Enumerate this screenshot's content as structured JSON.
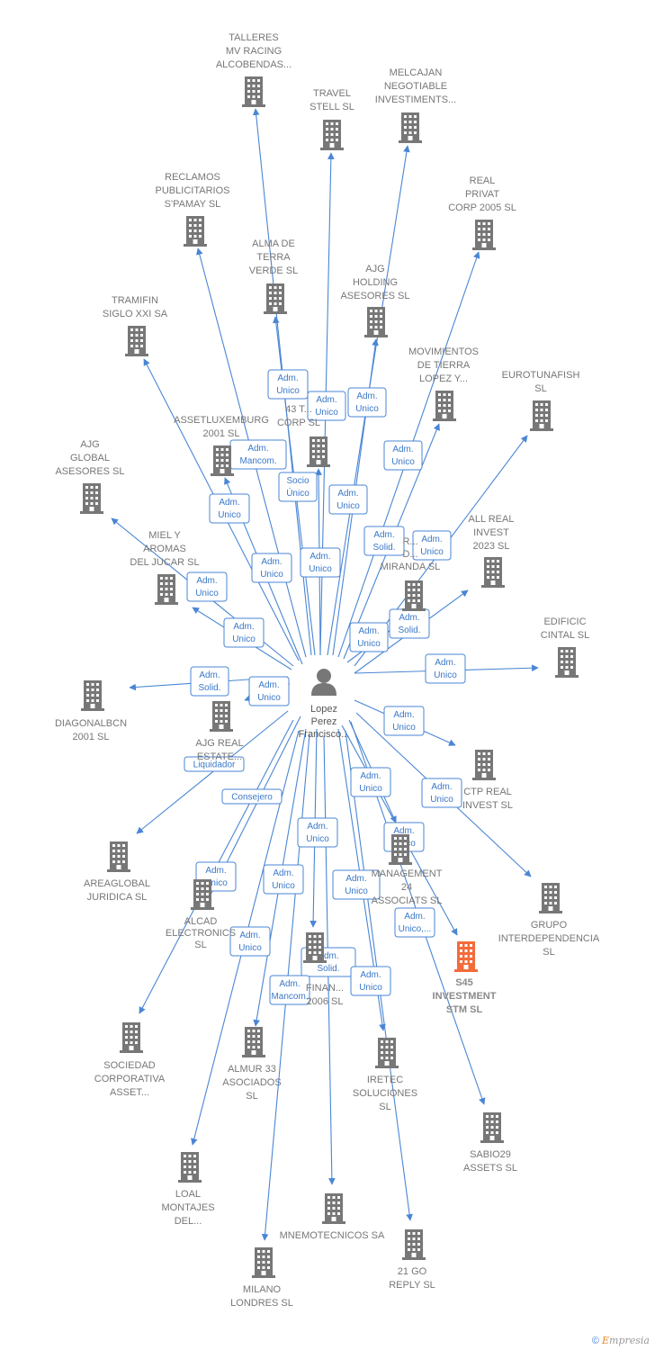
{
  "center": {
    "name_lines": [
      "Lopez",
      "Perez",
      "Francisco..."
    ],
    "icon": "person-icon"
  },
  "colors": {
    "edge": "#4a86d4",
    "node": "#777777",
    "focus": "#f26b3a",
    "role_border": "#4a86d4"
  },
  "nodes": [
    {
      "id": "talleres",
      "lines": [
        "TALLERES",
        "MV RACING",
        "ALCOBENDAS..."
      ],
      "icon": "building-icon"
    },
    {
      "id": "travel",
      "lines": [
        "TRAVEL",
        "STELL  SL"
      ],
      "icon": "building-icon"
    },
    {
      "id": "melcajan",
      "lines": [
        "MELCAJAN",
        "NEGOTIABLE",
        "INVESTIMENTS..."
      ],
      "icon": "building-icon"
    },
    {
      "id": "reclamos",
      "lines": [
        "RECLAMOS",
        "PUBLICITARIOS",
        "S'PAMAY SL"
      ],
      "icon": "building-icon"
    },
    {
      "id": "realprivat",
      "lines": [
        "REAL",
        "PRIVAT",
        "CORP 2005  SL"
      ],
      "icon": "building-icon"
    },
    {
      "id": "alma",
      "lines": [
        "ALMA DE",
        "TERRA",
        "VERDE  SL"
      ],
      "icon": "building-icon"
    },
    {
      "id": "ajgholding",
      "lines": [
        "AJG",
        "HOLDING",
        "ASESORES  SL"
      ],
      "icon": "building-icon"
    },
    {
      "id": "tramifin",
      "lines": [
        "TRAMIFIN",
        "SIGLO XXI SA"
      ],
      "icon": "building-icon"
    },
    {
      "id": "movimientos",
      "lines": [
        "MOVIMIENTOS",
        "DE TIERRA",
        "LOPEZ Y..."
      ],
      "icon": "building-icon"
    },
    {
      "id": "eurotunafish",
      "lines": [
        "EUROTUNAFISH",
        "SL"
      ],
      "icon": "building-icon"
    },
    {
      "id": "assetlux",
      "lines": [
        "ASSETLUXEMBURG",
        "2001  SL"
      ],
      "icon": "building-icon"
    },
    {
      "id": "corp43",
      "lines": [
        "43 T...",
        "CORP  SL"
      ],
      "icon": "building-icon"
    },
    {
      "id": "ajgglobal",
      "lines": [
        "AJG",
        "GLOBAL",
        "ASESORES  SL"
      ],
      "icon": "building-icon"
    },
    {
      "id": "allreal",
      "lines": [
        "ALL REAL",
        "INVEST",
        "2023  SL"
      ],
      "icon": "building-icon"
    },
    {
      "id": "miel",
      "lines": [
        "MIEL Y",
        "AROMAS",
        "DEL JUCAR  SL"
      ],
      "icon": "building-icon"
    },
    {
      "id": "miranda",
      "lines": [
        "R...",
        "D...",
        "MIRANDA SL"
      ],
      "icon": "building-icon"
    },
    {
      "id": "edificic",
      "lines": [
        "EDIFICIC",
        "CINTAL  SL"
      ],
      "icon": "building-icon"
    },
    {
      "id": "diagonal",
      "lines": [
        "DIAGONALBCN",
        "2001  SL"
      ],
      "icon": "building-icon"
    },
    {
      "id": "ajgreal",
      "lines": [
        "AJG REAL",
        "ESTATE..."
      ],
      "icon": "building-icon"
    },
    {
      "id": "ctpreal",
      "lines": [
        "CTP REAL",
        "INVEST  SL"
      ],
      "icon": "building-icon"
    },
    {
      "id": "areaglobal",
      "lines": [
        "AREAGLOBAL",
        "JURIDICA  SL"
      ],
      "icon": "building-icon"
    },
    {
      "id": "management",
      "lines": [
        "MANAGEMENT",
        "24",
        "ASSOCIATS  SL"
      ],
      "icon": "building-icon"
    },
    {
      "id": "grupo",
      "lines": [
        "GRUPO",
        "INTERDEPENDENCIA",
        "SL"
      ],
      "icon": "building-icon"
    },
    {
      "id": "alcad",
      "lines": [
        "ALCAD",
        "ELECTRONICS",
        "SL"
      ],
      "icon": "building-icon"
    },
    {
      "id": "finan",
      "lines": [
        "FINAN...",
        "2006  SL"
      ],
      "icon": "building-icon"
    },
    {
      "id": "s45",
      "lines": [
        "S45",
        "INVESTMENT",
        "STM  SL"
      ],
      "icon": "building-icon",
      "focus": true
    },
    {
      "id": "sociedad",
      "lines": [
        "SOCIEDAD",
        "CORPORATIVA",
        "ASSET..."
      ],
      "icon": "building-icon"
    },
    {
      "id": "almur",
      "lines": [
        "ALMUR 33",
        "ASOCIADOS",
        "SL"
      ],
      "icon": "building-icon"
    },
    {
      "id": "iretec",
      "lines": [
        "IRETEC",
        "SOLUCIONES",
        "SL"
      ],
      "icon": "building-icon"
    },
    {
      "id": "sabio",
      "lines": [
        "SABIO29",
        "ASSETS  SL"
      ],
      "icon": "building-icon"
    },
    {
      "id": "loal",
      "lines": [
        "LOAL",
        "MONTAJES",
        "DEL..."
      ],
      "icon": "building-icon"
    },
    {
      "id": "mnemo",
      "lines": [
        "MNEMOTECNICOS SA"
      ],
      "icon": "building-icon"
    },
    {
      "id": "goreply",
      "lines": [
        "21 GO",
        "REPLY  SL"
      ],
      "icon": "building-icon"
    },
    {
      "id": "milano",
      "lines": [
        "MILANO",
        "LONDRES  SL"
      ],
      "icon": "building-icon"
    }
  ],
  "roles": [
    {
      "lines": [
        "Adm.",
        "Unico"
      ]
    },
    {
      "lines": [
        "Adm.",
        "Unico"
      ]
    },
    {
      "lines": [
        "Adm.",
        "Unico"
      ]
    },
    {
      "lines": [
        "Adm.",
        "Mancom."
      ]
    },
    {
      "lines": [
        "Adm.",
        "Unico"
      ]
    },
    {
      "lines": [
        "Socio",
        "Único"
      ]
    },
    {
      "lines": [
        "Adm.",
        "Unico"
      ]
    },
    {
      "lines": [
        "Adm.",
        "Unico"
      ]
    },
    {
      "lines": [
        "Adm.",
        "Solid."
      ]
    },
    {
      "lines": [
        "Adm.",
        "Unico"
      ]
    },
    {
      "lines": [
        "Adm.",
        "Unico"
      ]
    },
    {
      "lines": [
        "Adm.",
        "Unico"
      ]
    },
    {
      "lines": [
        "Adm.",
        "Unico"
      ]
    },
    {
      "lines": [
        "Adm.",
        "Unico"
      ]
    },
    {
      "lines": [
        "Adm.",
        "Unico"
      ]
    },
    {
      "lines": [
        "Adm.",
        "Solid."
      ]
    },
    {
      "lines": [
        "Adm.",
        "Unico"
      ]
    },
    {
      "lines": [
        "Adm.",
        "Solid."
      ]
    },
    {
      "lines": [
        "Adm.",
        "Unico"
      ]
    },
    {
      "lines": [
        "Adm.",
        "Unico"
      ]
    },
    {
      "lines": [
        "Adm.",
        "Unico"
      ]
    },
    {
      "lines": [
        "Liquidador"
      ]
    },
    {
      "lines": [
        "Adm.",
        "Unico"
      ]
    },
    {
      "lines": [
        "Consejero"
      ]
    },
    {
      "lines": [
        "Adm.",
        "Unico"
      ]
    },
    {
      "lines": [
        "Adm.",
        "Unico"
      ]
    },
    {
      "lines": [
        "Adm.",
        "Unico"
      ]
    },
    {
      "lines": [
        "Adm.",
        "Unico"
      ]
    },
    {
      "lines": [
        "Adm.",
        "Unico"
      ]
    },
    {
      "lines": [
        "Adm.",
        "Unico,..."
      ]
    },
    {
      "lines": [
        "Adm.",
        "Unico"
      ]
    },
    {
      "lines": [
        "Adm.",
        "Solid."
      ]
    },
    {
      "lines": [
        "Adm.",
        "Mancom."
      ]
    },
    {
      "lines": [
        "Adm.",
        "Unico"
      ]
    },
    {
      "lines": [
        "Adm.",
        "Unico"
      ]
    }
  ],
  "footer": {
    "copyright": "©",
    "brand_first": "E",
    "brand_rest": "mpresia"
  }
}
